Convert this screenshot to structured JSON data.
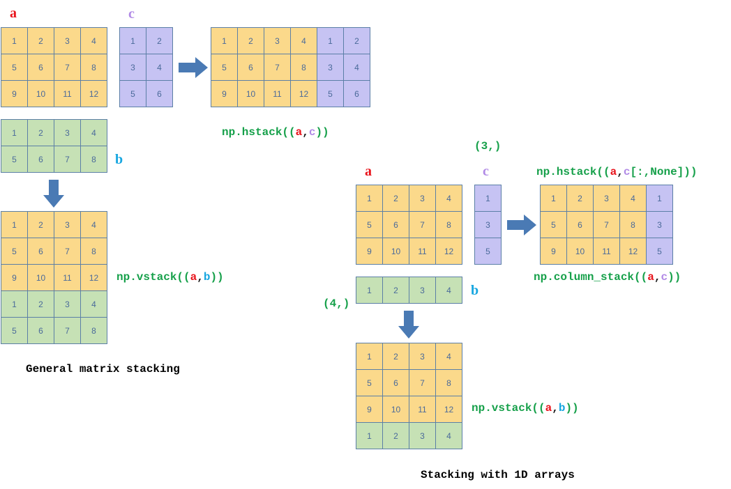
{
  "colors": {
    "a": "#e8141c",
    "b": "#16a6e0",
    "c": "#b18ae6",
    "np": "#16a04a",
    "code_black": "#1e1e1e",
    "cell_yellow": "#fbd98b",
    "cell_purple": "#c6c3f3",
    "cell_green": "#c6e1b5",
    "arrow": "#4a7ab4"
  },
  "general": {
    "label_a": "a",
    "label_c": "c",
    "label_b": "b",
    "matrix_a": [
      [
        "1",
        "2",
        "3",
        "4"
      ],
      [
        "5",
        "6",
        "7",
        "8"
      ],
      [
        "9",
        "10",
        "11",
        "12"
      ]
    ],
    "matrix_c": [
      [
        "1",
        "2"
      ],
      [
        "3",
        "4"
      ],
      [
        "5",
        "6"
      ]
    ],
    "matrix_b": [
      [
        "1",
        "2",
        "3",
        "4"
      ],
      [
        "5",
        "6",
        "7",
        "8"
      ]
    ],
    "hstack_result": [
      [
        "1",
        "2",
        "3",
        "4",
        "1",
        "2"
      ],
      [
        "5",
        "6",
        "7",
        "8",
        "3",
        "4"
      ],
      [
        "9",
        "10",
        "11",
        "12",
        "5",
        "6"
      ]
    ],
    "vstack_result": [
      [
        "1",
        "2",
        "3",
        "4"
      ],
      [
        "5",
        "6",
        "7",
        "8"
      ],
      [
        "9",
        "10",
        "11",
        "12"
      ],
      [
        "1",
        "2",
        "3",
        "4"
      ],
      [
        "5",
        "6",
        "7",
        "8"
      ]
    ],
    "hstack_code": {
      "fn": "np.hstack",
      "open": "((",
      "a": "a",
      "comma": ",",
      "c": "c",
      "close": "))"
    },
    "vstack_code": {
      "fn": "np.vstack",
      "open": "((",
      "a": "a",
      "comma": ",",
      "b": "b",
      "close": "))"
    },
    "caption": "General matrix stacking"
  },
  "oned": {
    "label_a": "a",
    "label_c": "c",
    "label_b": "b",
    "shape_c": "(3,)",
    "shape_b": "(4,)",
    "matrix_a": [
      [
        "1",
        "2",
        "3",
        "4"
      ],
      [
        "5",
        "6",
        "7",
        "8"
      ],
      [
        "9",
        "10",
        "11",
        "12"
      ]
    ],
    "vector_c": [
      [
        "1"
      ],
      [
        "3"
      ],
      [
        "5"
      ]
    ],
    "vector_b": [
      [
        "1",
        "2",
        "3",
        "4"
      ]
    ],
    "hstack_result": [
      [
        "1",
        "2",
        "3",
        "4",
        "1"
      ],
      [
        "5",
        "6",
        "7",
        "8",
        "3"
      ],
      [
        "9",
        "10",
        "11",
        "12",
        "5"
      ]
    ],
    "vstack_result": [
      [
        "1",
        "2",
        "3",
        "4"
      ],
      [
        "5",
        "6",
        "7",
        "8"
      ],
      [
        "9",
        "10",
        "11",
        "12"
      ],
      [
        "1",
        "2",
        "3",
        "4"
      ]
    ],
    "hstack_code": {
      "fn": "np.hstack",
      "open": "((",
      "a": "a",
      "comma": ",",
      "c": "c",
      "slice": "[:,None]",
      "close": "))"
    },
    "column_stack_code": {
      "fn": "np.column_stack",
      "open": "((",
      "a": "a",
      "comma": ",",
      "c": "c",
      "close": "))"
    },
    "vstack_code": {
      "fn": "np.vstack",
      "open": "((",
      "a": "a",
      "comma": ",",
      "b": "b",
      "close": "))"
    },
    "caption": "Stacking with 1D arrays"
  }
}
